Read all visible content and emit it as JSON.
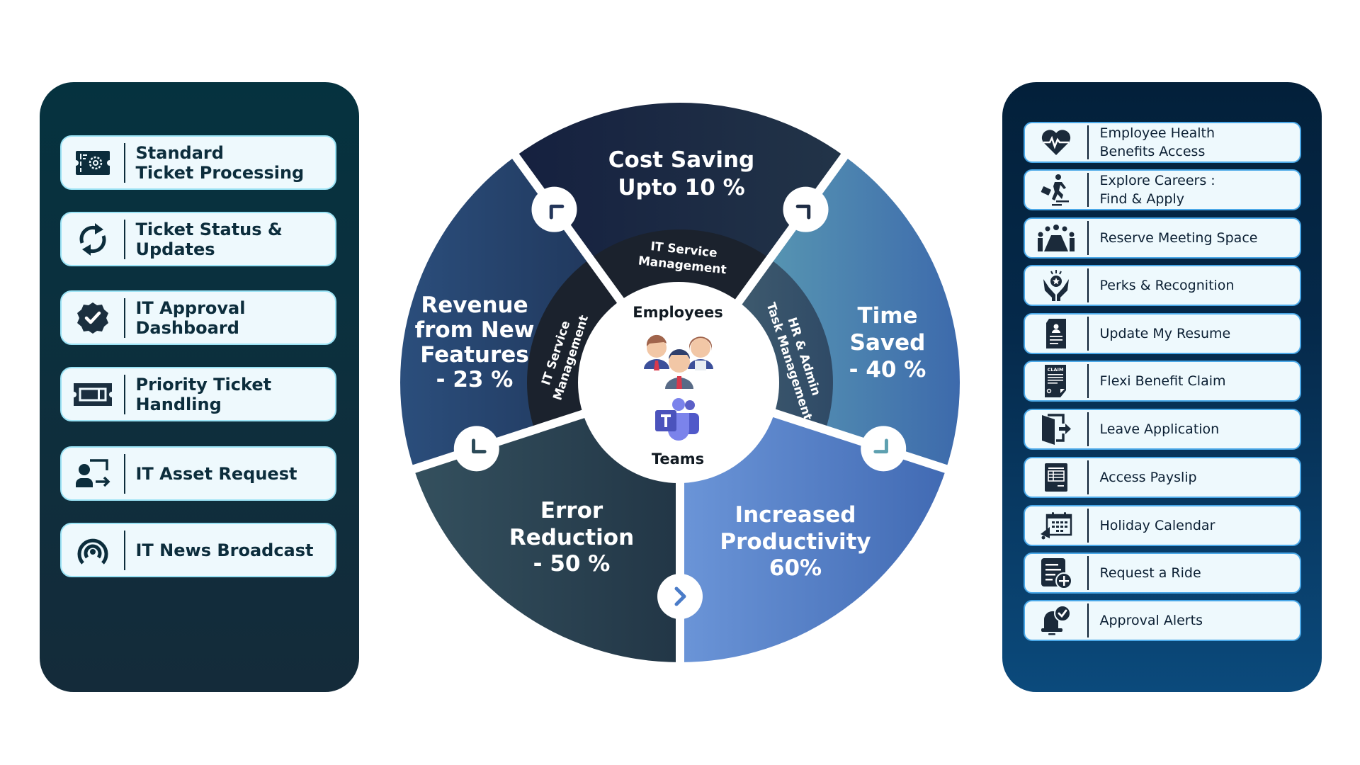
{
  "left_panel": {
    "items": [
      {
        "label": "Standard\nTicket Processing",
        "icon": "ticket-gear-icon"
      },
      {
        "label": "Ticket Status &\nUpdates",
        "icon": "sync-icon"
      },
      {
        "label": "IT Approval\nDashboard",
        "icon": "verified-badge-icon"
      },
      {
        "label": "Priority Ticket\nHandling",
        "icon": "ticket-icon"
      },
      {
        "label": "IT Asset Request",
        "icon": "user-transfer-icon"
      },
      {
        "label": "IT News Broadcast",
        "icon": "broadcast-icon"
      }
    ]
  },
  "right_panel": {
    "items": [
      {
        "label": "Employee Health\nBenefits Access",
        "icon": "heart-pulse-icon"
      },
      {
        "label": "Explore Careers :\nFind & Apply",
        "icon": "career-climb-icon"
      },
      {
        "label": "Reserve Meeting Space",
        "icon": "meeting-room-icon"
      },
      {
        "label": "Perks & Recognition",
        "icon": "award-hands-icon"
      },
      {
        "label": "Update My Resume",
        "icon": "resume-icon"
      },
      {
        "label": "Flexi Benefit Claim",
        "icon": "claim-document-icon"
      },
      {
        "label": "Leave Application",
        "icon": "exit-door-icon"
      },
      {
        "label": "Access Payslip",
        "icon": "payslip-icon"
      },
      {
        "label": "Holiday Calendar",
        "icon": "calendar-announce-icon"
      },
      {
        "label": "Request a Ride",
        "icon": "document-add-icon"
      },
      {
        "label": "Approval Alerts",
        "icon": "bell-check-icon"
      }
    ]
  },
  "wheel": {
    "segments": [
      {
        "id": "cost-saving",
        "lines": [
          "Cost Saving",
          "Upto 10 %"
        ]
      },
      {
        "id": "time-saved",
        "lines": [
          "Time",
          "Saved",
          "- 40 %"
        ]
      },
      {
        "id": "increased-productivity",
        "lines": [
          "Increased",
          "Productivity",
          "60%"
        ]
      },
      {
        "id": "error-reduction",
        "lines": [
          "Error",
          "Reduction",
          "- 50 %"
        ]
      },
      {
        "id": "revenue",
        "lines": [
          "Revenue",
          "from New",
          "Features",
          "- 23 %"
        ]
      }
    ],
    "ring": {
      "top": [
        "IT Service",
        "Management"
      ],
      "left": [
        "IT Service",
        "Management"
      ],
      "right": [
        "HR & Admin",
        "Task Management"
      ]
    },
    "center": {
      "top_label": "Employees",
      "bottom_label": "Teams"
    },
    "colors": {
      "cost_saving": [
        "#16203f",
        "#203246"
      ],
      "time_saved": [
        "#5a9fb2",
        "#3f6fb0"
      ],
      "productivity": [
        "#6690d6",
        "#4670b8"
      ],
      "error_reduction": [
        "#2f4858",
        "#233848"
      ],
      "revenue": [
        "#284a78",
        "#1e3658"
      ],
      "ring_dark": "#1b222d",
      "ring_mid": "#37526a"
    }
  }
}
